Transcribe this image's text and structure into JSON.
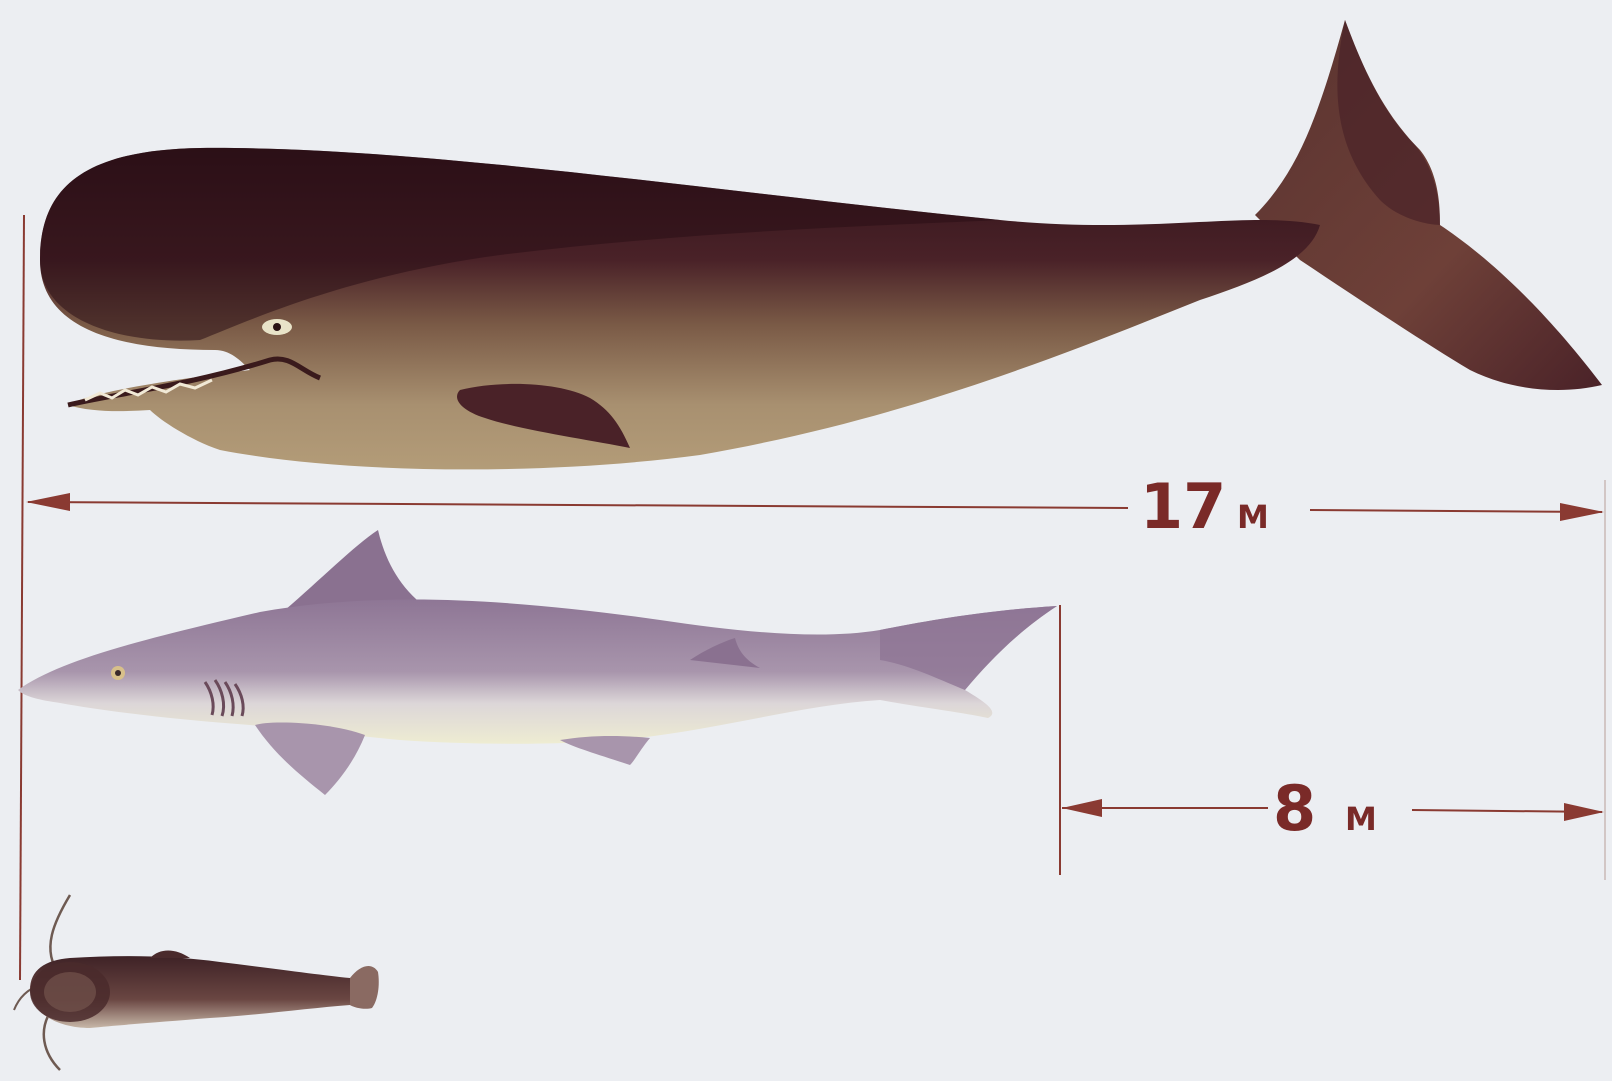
{
  "measurements": {
    "whale": {
      "number": "17",
      "unit": "M"
    },
    "shark_difference": {
      "number": "8",
      "unit": "M"
    }
  },
  "colors": {
    "background": "#eceef2",
    "dimension_line": "#8a3a32",
    "dimension_text": "#7a2a28",
    "whale_dark": "#3a1720",
    "whale_mid": "#6e4a3e",
    "whale_light": "#a18a68",
    "shark_body": "#9c87a3",
    "shark_belly": "#e8e6d0",
    "small_fish": "#5a3535"
  },
  "icons": {
    "whale": "sperm-whale-icon",
    "shark": "shark-icon",
    "fish": "catfish-icon"
  }
}
